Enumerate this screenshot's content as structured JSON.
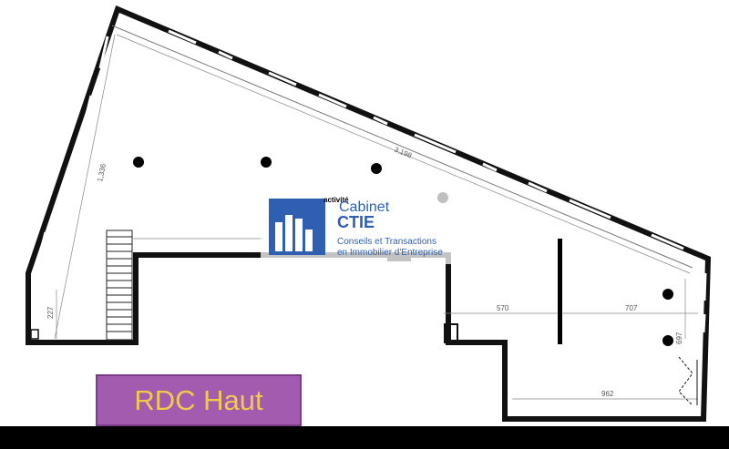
{
  "floor_label": "RDC Haut",
  "dimensions": {
    "diagonal_top": "3,198",
    "left_side": "1,336",
    "left_small": "227",
    "mid_left": "570",
    "mid_right": "707",
    "right_vertical": "697",
    "bottom": "962"
  },
  "logo": {
    "tag": "activité",
    "name_line1": "Cabinet",
    "name_line2": "CTIE",
    "tagline_line1": "Conseils et Transactions",
    "tagline_line2": "en Immobilier d'Entreprise"
  },
  "colors": {
    "wall": "#111111",
    "label_bg": "#a35bb0",
    "label_text": "#f2c94c",
    "logo_blue": "#2e5fb0"
  },
  "icons": {
    "logo_mark": "building-bars-icon",
    "stairs": "staircase-icon",
    "column": "column-dot-icon",
    "door": "door-swing-icon"
  }
}
